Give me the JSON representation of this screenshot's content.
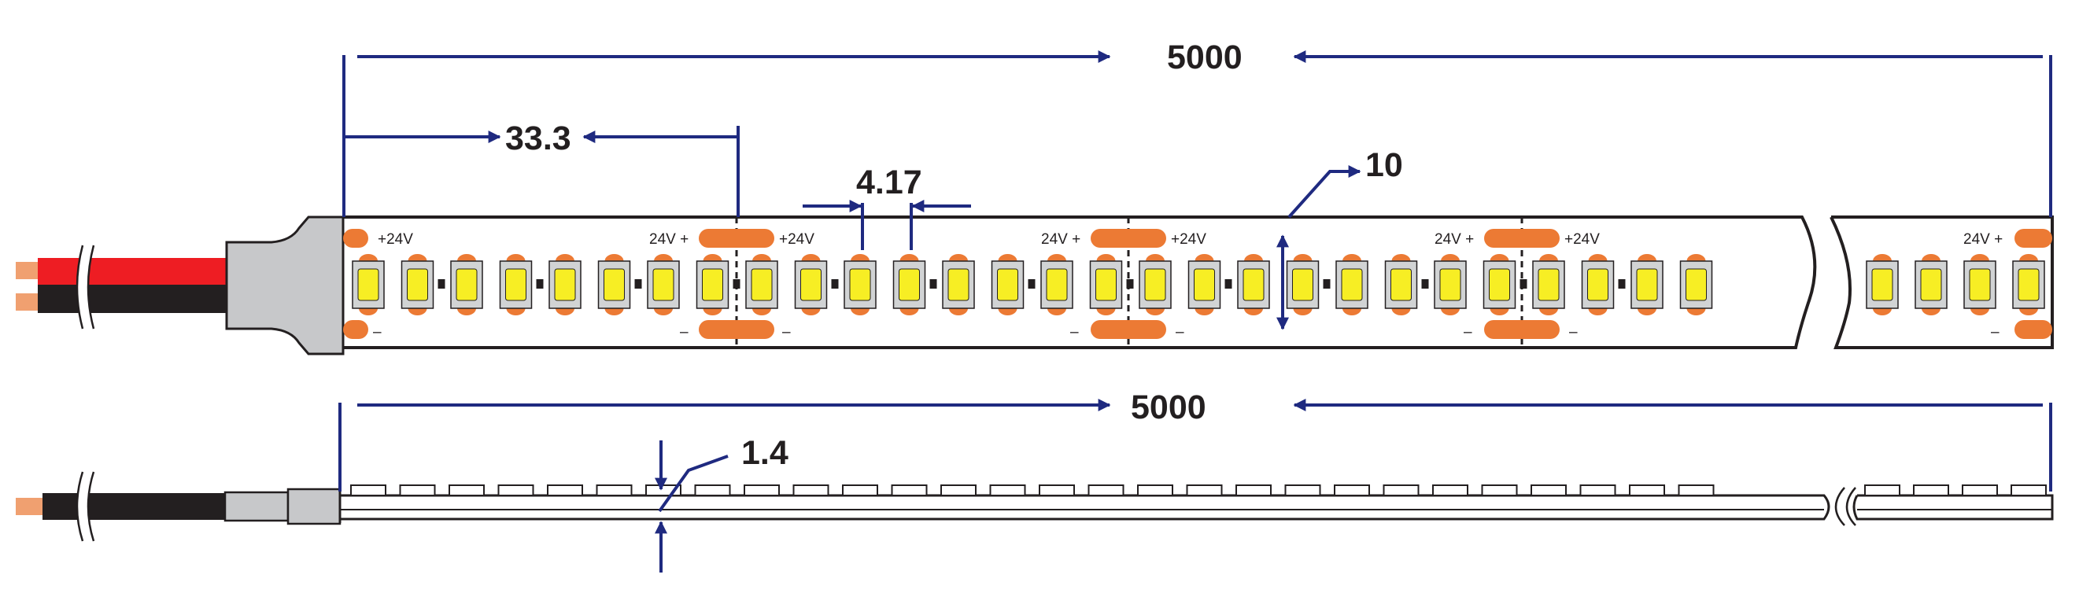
{
  "dimensions": {
    "top_length": "5000",
    "cut_length": "33.3",
    "led_pitch": "4.17",
    "width": "10",
    "bottom_length": "5000",
    "thickness": "1.4"
  },
  "pad_labels": {
    "positive_start": "+24V",
    "positive_end": "24V +",
    "negative": "–"
  },
  "colors": {
    "dimension_line": "#1f2a80",
    "outline": "#231f20",
    "pad": "#ec7a34",
    "led_yellow": "#f7ee24",
    "led_frame": "#d1d3d4",
    "wire_red": "#ee1d23",
    "wire_black": "#231f20",
    "wire_tip": "#f0a070",
    "connector_gray": "#c7c8ca"
  }
}
